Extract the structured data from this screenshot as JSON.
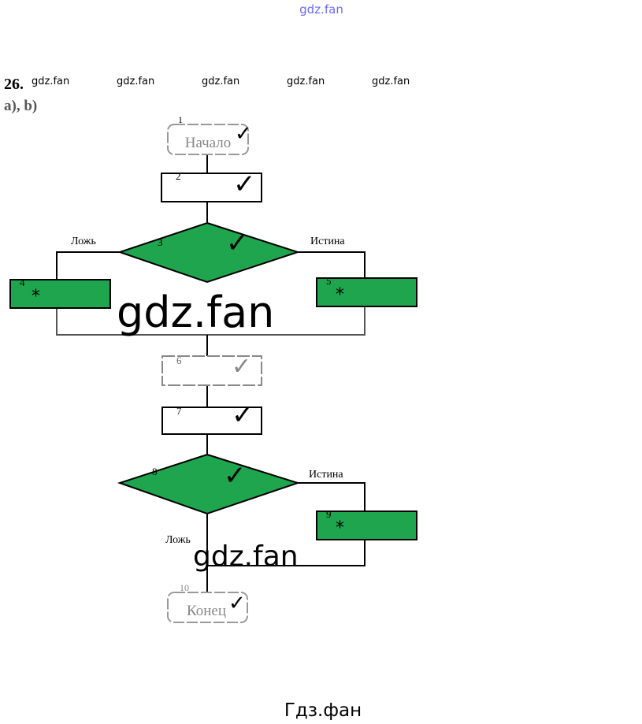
{
  "watermarks": {
    "top": "gdz.fan",
    "row": [
      "gdz.fan",
      "gdz.fan",
      "gdz.fan",
      "gdz.fan",
      "gdz.fan"
    ],
    "big1": "gdz.fan",
    "big2": "gdz.fan",
    "bottom": "Гдз.фан"
  },
  "task": {
    "number": "26.",
    "parts": "a), b)"
  },
  "flowchart": {
    "start": {
      "num": "1",
      "label": "Начало"
    },
    "blocks": [
      {
        "num": "2",
        "mark": "✓"
      },
      {
        "num": "3",
        "mark": "✓",
        "false": "Ложь",
        "true": "Истина"
      },
      {
        "num": "4",
        "mark": "*"
      },
      {
        "num": "5",
        "mark": "*"
      },
      {
        "num": "6",
        "mark": "✓"
      },
      {
        "num": "7",
        "mark": "✓"
      },
      {
        "num": "8",
        "mark": "✓",
        "false": "Ложь",
        "true": "Истина"
      },
      {
        "num": "9",
        "mark": "*"
      }
    ],
    "end": {
      "num": "10",
      "label": "Конец"
    }
  },
  "colors": {
    "green": "#1ea54e",
    "line": "#000000",
    "faded": "#9a9a9a",
    "watermark_blue": "#6a6aff"
  }
}
